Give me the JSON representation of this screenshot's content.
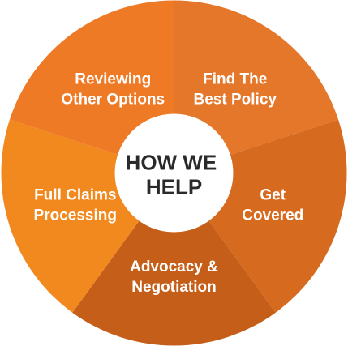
{
  "center": {
    "lines": [
      "HOW WE",
      "HELP"
    ]
  },
  "segments": [
    {
      "id": "find-best-policy",
      "lines": [
        "Find The",
        "Best Policy"
      ],
      "color": "#E4772A"
    },
    {
      "id": "get-covered",
      "lines": [
        "Get",
        "Covered"
      ],
      "color": "#D66A1F"
    },
    {
      "id": "advocacy-negotiation",
      "lines": [
        "Advocacy &",
        "Negotiation"
      ],
      "color": "#C55E19"
    },
    {
      "id": "full-claims-processing",
      "lines": [
        "Full Claims",
        "Processing"
      ],
      "color": "#F2891E"
    },
    {
      "id": "reviewing-other-options",
      "lines": [
        "Reviewing",
        "Other Options"
      ],
      "color": "#EF7A26"
    }
  ],
  "colors": {
    "center_fill": "#ffffff",
    "center_text": "#2a2a2a",
    "segment_text": "#ffffff",
    "divider": "#ffffff"
  }
}
